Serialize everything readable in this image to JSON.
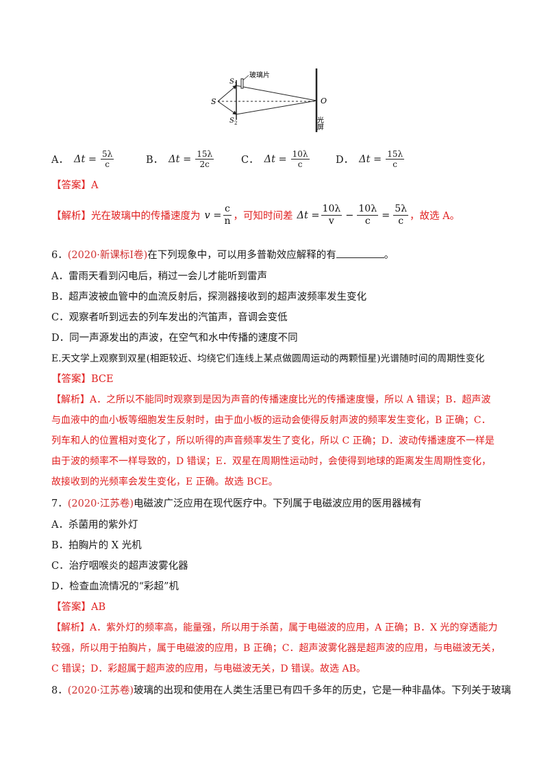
{
  "diagram": {
    "label_s": "S",
    "label_s1": "S",
    "sub1": "1",
    "label_s2": "S",
    "sub2": "2",
    "glass_label": "玻璃片",
    "label_o": "O",
    "screen_label": "光屏"
  },
  "q5": {
    "options": [
      {
        "letter": "A．",
        "num": "5λ",
        "den": "c"
      },
      {
        "letter": "B．",
        "num": "15λ",
        "den": "2c"
      },
      {
        "letter": "C．",
        "num": "10λ",
        "den": "c"
      },
      {
        "letter": "D．",
        "num": "15λ",
        "den": "c"
      }
    ],
    "dt": "Δt =",
    "answer_tag": "【答案】",
    "answer": "A",
    "analysis_tag": "【解析】",
    "analysis_a": "光在玻璃中的传播速度为",
    "analysis_b": "，可知时间差",
    "analysis_c": "，故选 A。",
    "v_eq": "v =",
    "v_num": "c",
    "v_den": "n",
    "f1n": "10λ",
    "f1d": "v",
    "f2n": "10λ",
    "f2d": "c",
    "f3n": "5λ",
    "f3d": "c",
    "minus": "−",
    "eq": "="
  },
  "q6": {
    "num": "6．",
    "source": "(2020·新课标Ⅰ卷)",
    "stem": "在下列现象中，可以用多普勒效应解释的有",
    "stem_end": "。",
    "options": [
      "A．雷雨天看到闪电后，稍过一会儿才能听到雷声",
      "B．超声波被血管中的血流反射后，探测器接收到的超声波频率发生变化",
      "C．观察者听到远去的列车发出的汽笛声，音调会变低",
      "D．同一声源发出的声波，在空气和水中传播的速度不同",
      "E.天文学上观察到双星(相距较近、均绕它们连线上某点做圆周运动的两颗恒星)光谱随时间的周期性变化"
    ],
    "answer_tag": "【答案】",
    "answer": "BCE",
    "analysis_tag": "【解析】",
    "analysis": [
      "A．之所以不能同时观察到是因为声音的传播速度比光的传播速度慢，所以 A 错误；B．超声波",
      "与血液中的血小板等细胞发生反射时，由于血小板的运动会使得反射声波的频率发生变化，B 正确；C．",
      "列车和人的位置相对变化了，所以听得的声音频率发生了变化，所以 C 正确；D．波动传播速度不一样是",
      "由于波的频率不一样导致的，D 错误；E．双星在周期性运动时，会使得到地球的距离发生周期性变化，",
      "故接收到的光频率会发生变化，E 正确。故选 BCE。"
    ]
  },
  "q7": {
    "num": "7．",
    "source": "(2020·江苏卷)",
    "stem": "电磁波广泛应用在现代医疗中。下列属于电磁波应用的医用器械有",
    "options": [
      "A．杀菌用的紫外灯",
      "B．拍胸片的 X 光机",
      "C．治疗咽喉炎的超声波雾化器",
      "D．检查血流情况的“彩超”机"
    ],
    "answer_tag": "【答案】",
    "answer": "AB",
    "analysis_tag": "【解析】",
    "analysis": [
      "A．紫外灯的频率高，能量强，所以用于杀菌，属于电磁波的应用，A 正确；B．X 光的穿透能力",
      "较强，所以用于拍胸片，属于电磁波的应用，B 正确；C．超声波雾化器是超声波的应用，与电磁波无关，",
      "C 错误；D．彩超属于超声波的应用，与电磁波无关，D 错误。故选 AB。"
    ]
  },
  "q8": {
    "num": "8．",
    "source": "(2020·江苏卷)",
    "stem": "玻璃的出现和使用在人类生活里已有四千多年的历史，它是一种非晶体。下列关于玻璃"
  }
}
